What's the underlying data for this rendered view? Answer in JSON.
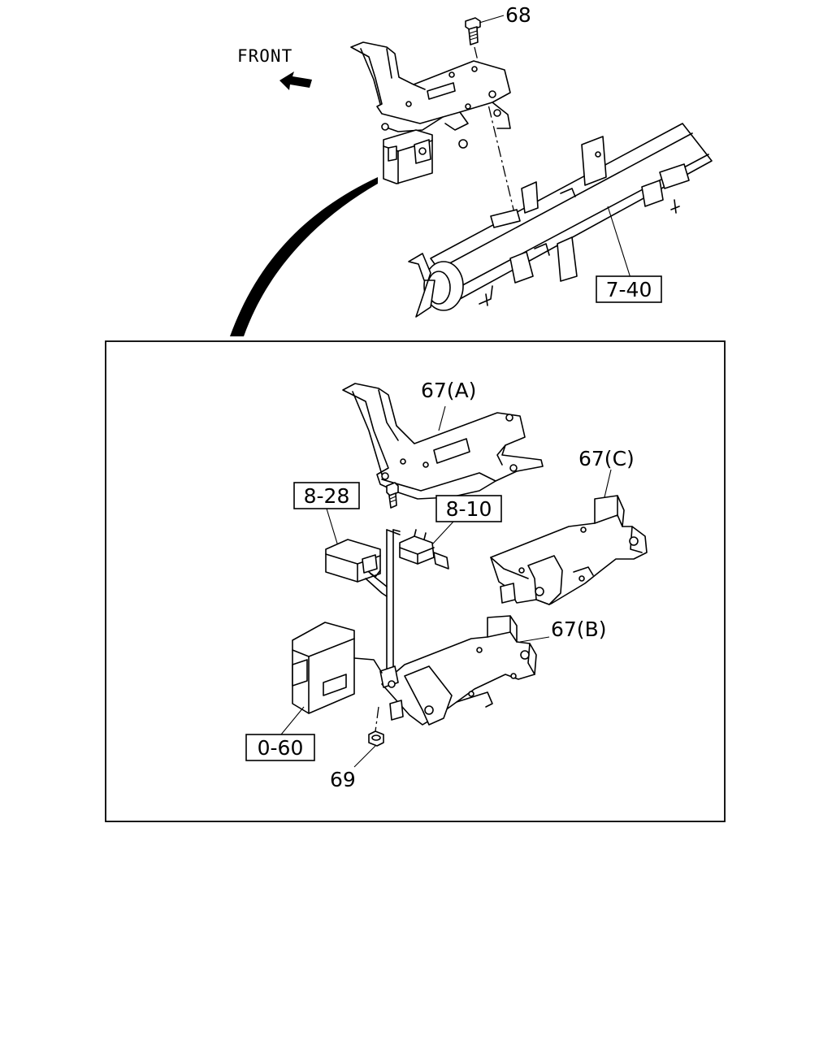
{
  "direction_label": "FRONT",
  "callouts": {
    "bolt": "68",
    "crossmember_ref": "7-40",
    "bracket_a": "67(A)",
    "bracket_b": "67(B)",
    "bracket_c": "67(C)",
    "relay_ref": "8-28",
    "switch_ref": "8-10",
    "control_unit_ref": "0-60",
    "nut": "69"
  }
}
